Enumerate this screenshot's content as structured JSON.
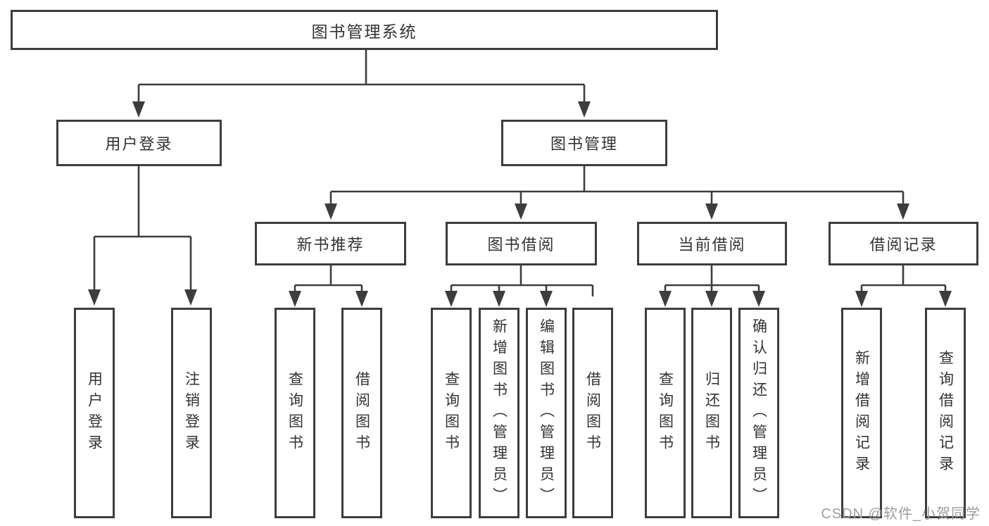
{
  "watermark": "CSDN @软件_小贺同学",
  "nodes": {
    "root": {
      "label": "图书管理系统"
    },
    "user_login": {
      "label": "用户登录",
      "children": {
        "login": {
          "label": "用户登录"
        },
        "logout": {
          "label": "注销登录"
        }
      }
    },
    "book_mgmt": {
      "label": "图书管理",
      "children": {
        "new_books": {
          "label": "新书推荐",
          "children": {
            "query_books": {
              "label": "查询图书"
            },
            "borrow_books": {
              "label": "借阅图书"
            }
          }
        },
        "borrowing": {
          "label": "图书借阅",
          "children": {
            "query_books": {
              "label": "查询图书"
            },
            "add_books": {
              "label": "新增图书（管理员）"
            },
            "edit_books": {
              "label": "编辑图书（管理员）"
            },
            "borrow_books": {
              "label": "借阅图书"
            }
          }
        },
        "current_borrow": {
          "label": "当前借阅",
          "children": {
            "query_books": {
              "label": "查询图书"
            },
            "return_books": {
              "label": "归还图书"
            },
            "confirm_return": {
              "label": "确认归还（管理员）"
            }
          }
        },
        "borrow_records": {
          "label": "借阅记录",
          "children": {
            "add_record": {
              "label": "新增借阅记录"
            },
            "query_record": {
              "label": "查询借阅记录"
            }
          }
        }
      }
    }
  }
}
